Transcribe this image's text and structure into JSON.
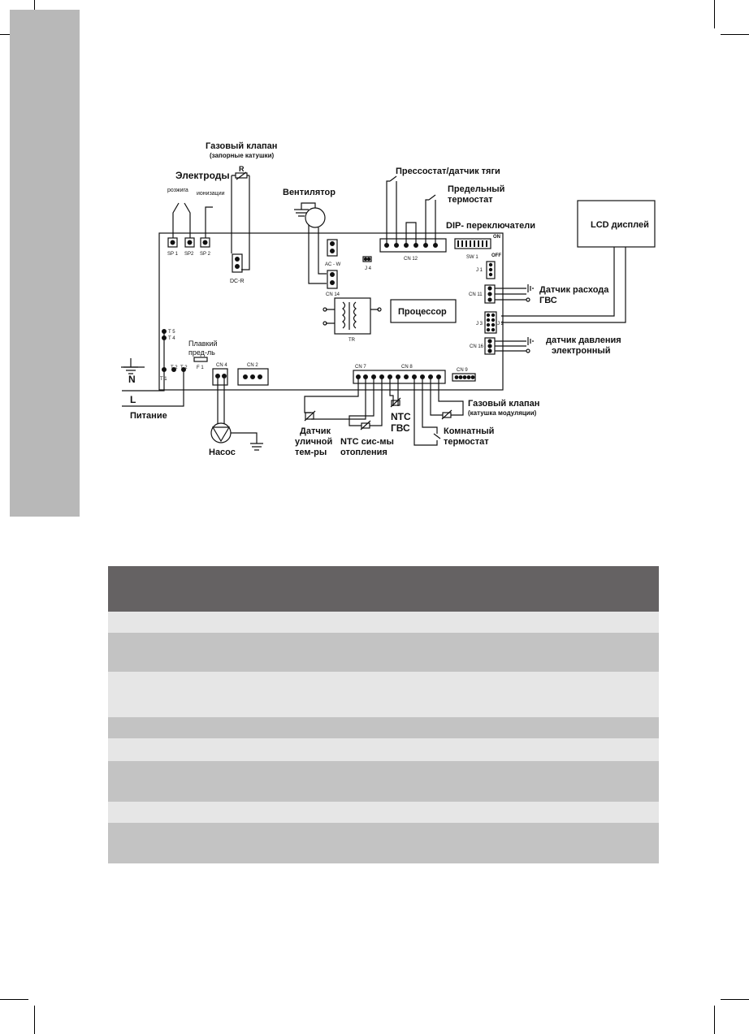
{
  "labels": {
    "gas_valve": "Газовый клапан",
    "gas_valve_sub": "(запорные катушки)",
    "r": "R",
    "electrodes": "Электроды",
    "ignition": "розжига",
    "ionization": "ионизации",
    "fan": "Вентилятор",
    "pressostat": "Прессостат/датчик тяги",
    "limit_thermostat_1": "Предельный",
    "limit_thermostat_2": "термостат",
    "dip": "DIP- переключатели",
    "lcd": "LCD  дисплей",
    "on": "ON",
    "off": "OFF",
    "sp1": "SP 1",
    "sp2a": "SP2",
    "sp2b": "SP 2",
    "dcr": "DC-R",
    "acw": "AC - W",
    "j4": "J 4",
    "cn14": "CN 14",
    "cn12": "CN 12",
    "sw1": "SW 1",
    "j1": "J 1",
    "cn11": "CN 11",
    "flow_sensor_1": "Датчик расхода",
    "flow_sensor_2": "ГВС",
    "j3": "J 3",
    "j2": "J 2",
    "processor": "Процессор",
    "tr": "TR",
    "cn16": "CN 16",
    "pressure_1": "датчик давления",
    "pressure_2": "электронный",
    "t5": "T 5",
    "t4": "T 4",
    "fuse_1": "Плавкий",
    "fuse_2": "пред-ль",
    "f1": "F 1",
    "n": "N",
    "l": "L",
    "t1": "T 1",
    "t2a": "T 2",
    "t2b": "T 2",
    "power": "Питание",
    "cn4": "CN 4",
    "cn2": "CN 2",
    "pump": "Насос",
    "cn7": "CN 7",
    "cn8": "CN 8",
    "cn9": "CN 9",
    "outdoor_1": "Датчик",
    "outdoor_2": "уличной",
    "outdoor_3": "тем-ры",
    "ntc_heat_1": "NTC сис-мы",
    "ntc_heat_2": "отопления",
    "ntc_dhw_1": "NTC",
    "ntc_dhw_2": "ГВС",
    "room_1": "Комнатный",
    "room_2": "термостат",
    "mod_valve_1": "Газовый клапан",
    "mod_valve_2": "(катушка модуляции)"
  },
  "colors": {
    "side_tab": "#b8b8b8",
    "table_header": "#656263",
    "row_light": "#e6e6e6",
    "row_dark": "#c3c3c3"
  }
}
